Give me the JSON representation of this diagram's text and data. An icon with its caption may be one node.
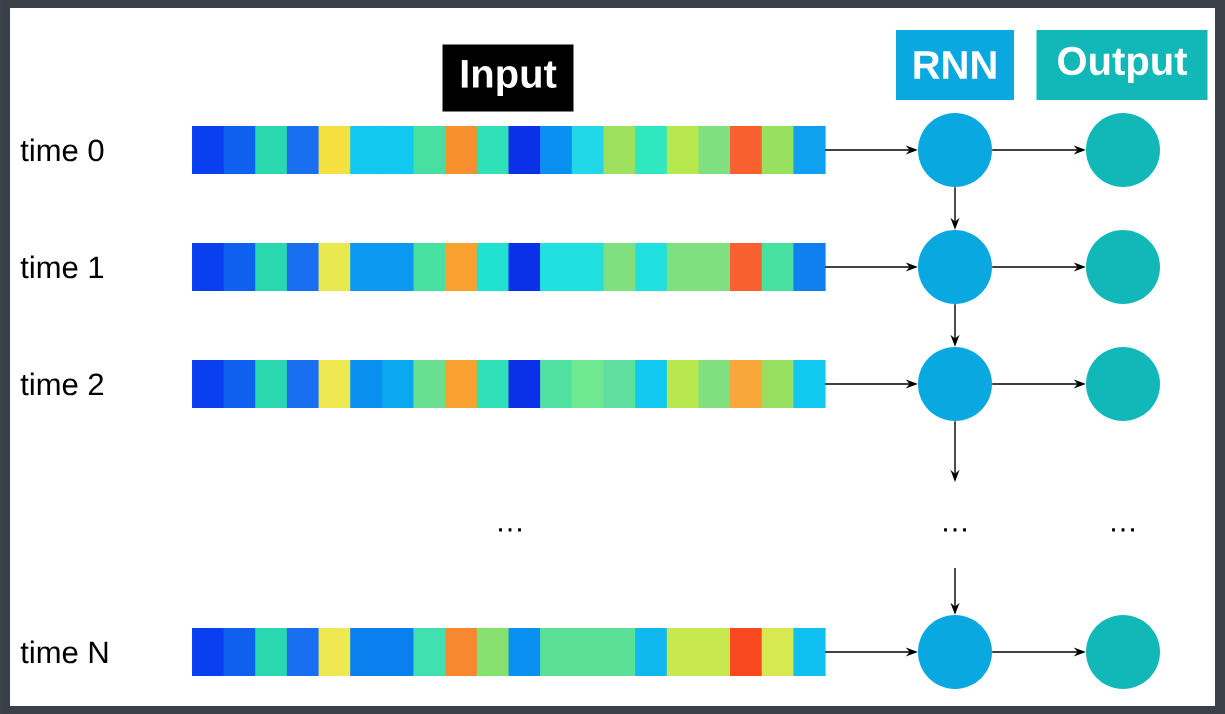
{
  "diagram": {
    "nodes": [
      {
        "text": [
          "Input"
        ]
      },
      {
        "text": [
          "RNN"
        ]
      },
      {
        "text": [
          "Output"
        ]
      },
      {
        "text": [],
        "shape": "bar",
        "beside": [
          "time 0"
        ]
      },
      {
        "text": [],
        "shape": "circle"
      },
      {
        "text": [],
        "shape": "circle"
      },
      {
        "text": [],
        "shape": "bar",
        "beside": [
          "time 1"
        ]
      },
      {
        "text": [],
        "shape": "circle"
      },
      {
        "text": [],
        "shape": "circle"
      },
      {
        "text": [],
        "shape": "bar",
        "beside": [
          "time 2"
        ]
      },
      {
        "text": [],
        "shape": "circle"
      },
      {
        "text": [],
        "shape": "circle"
      },
      {
        "text": [],
        "shape": "bar",
        "beside": [
          "time N"
        ]
      },
      {
        "text": [],
        "shape": "circle"
      },
      {
        "text": [],
        "shape": "circle"
      }
    ],
    "edges": [
      {
        "from": 3,
        "to": 4,
        "arrow": "to"
      },
      {
        "from": 4,
        "to": 5,
        "arrow": "to"
      },
      {
        "from": 4,
        "to": 7,
        "arrow": "to"
      },
      {
        "from": 6,
        "to": 7,
        "arrow": "to"
      },
      {
        "from": 7,
        "to": 8,
        "arrow": "to"
      },
      {
        "from": 7,
        "to": 10,
        "arrow": "to"
      },
      {
        "from": 9,
        "to": 10,
        "arrow": "to"
      },
      {
        "from": 10,
        "to": 11,
        "arrow": "to"
      },
      {
        "from": 10,
        "to": null,
        "arrow": "to"
      },
      {
        "from": null,
        "to": 13,
        "arrow": "to"
      },
      {
        "from": 12,
        "to": 13,
        "arrow": "to"
      },
      {
        "from": 13,
        "to": 14,
        "arrow": "to"
      }
    ],
    "labels": [
      "…",
      "…",
      "…"
    ]
  }
}
